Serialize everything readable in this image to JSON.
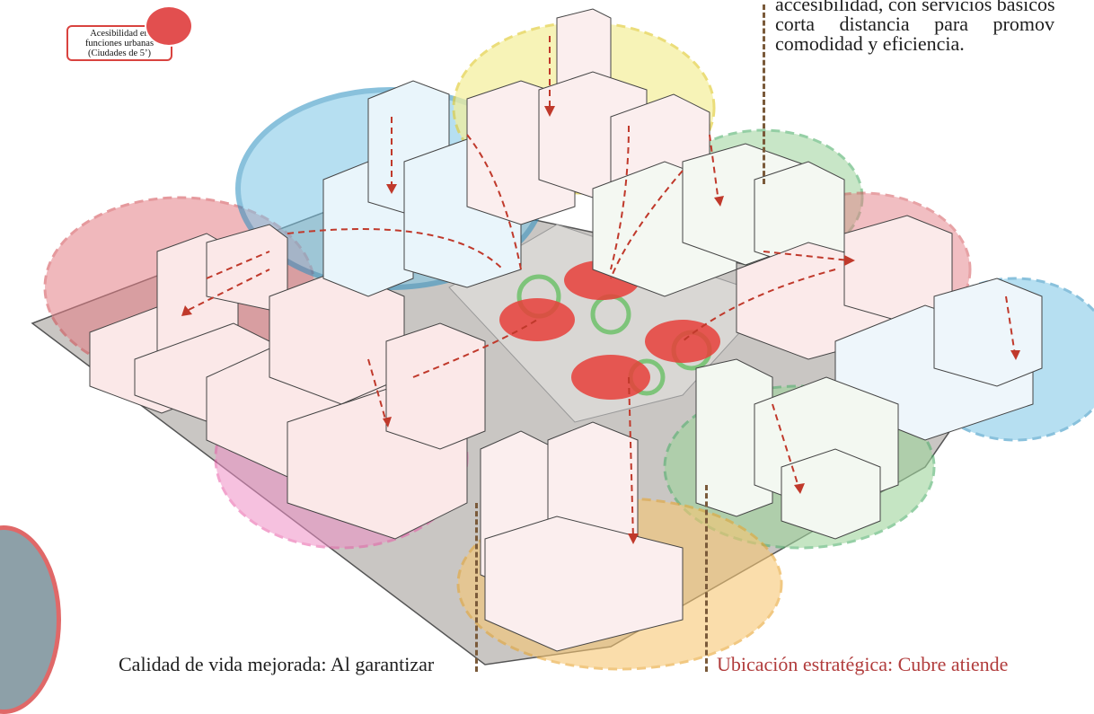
{
  "badge": {
    "line1": "Acesibilidad en",
    "line2": "funciones urbanas",
    "line3": "(Ciudades de 5’)"
  },
  "annotation_top": {
    "line1": "accesibilidad, con servicios básicos",
    "line2": "corta distancia para promov",
    "line3": "comodidad y eficiencia."
  },
  "annotation_bottom_left": "Calidad de vida mejorada: Al garantizar",
  "annotation_bottom_right": "Ubicación estratégica: Cubre atiende",
  "colors": {
    "pink": "#e98fa3",
    "magenta": "#e85aa6",
    "blue": "#3fa7d6",
    "yellow": "#f2e86a",
    "green": "#4fb06a",
    "orange": "#f3b24a",
    "red_zone": "#e6403a",
    "arrow": "#c0392b",
    "building": "#fbe6e6"
  },
  "icons": [
    "photo-tree"
  ]
}
